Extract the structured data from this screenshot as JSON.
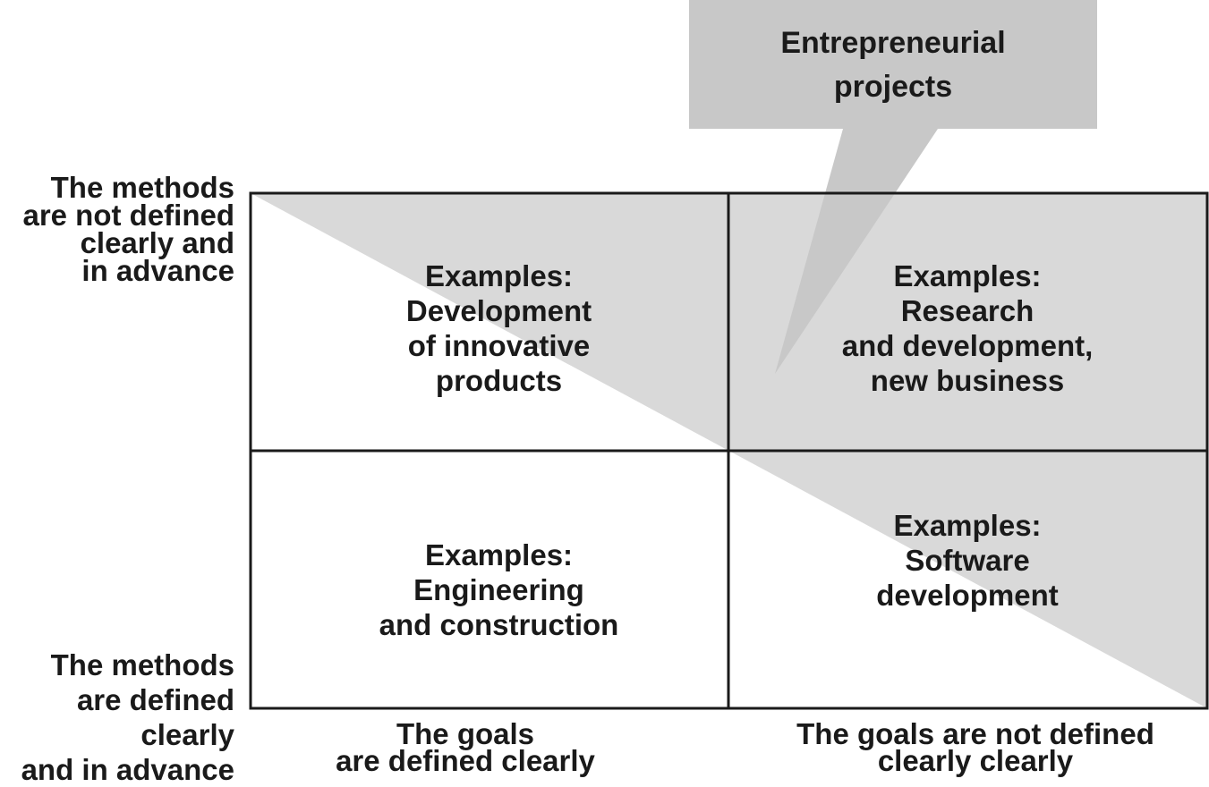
{
  "callout": {
    "label": "Entrepreneurial\nprojects"
  },
  "axes": {
    "y_top": "The methods\nare not defined\nclearly and\nin advance",
    "y_bottom": "The methods\nare defined\nclearly\nand in advance",
    "x_left": "The goals\nare defined clearly",
    "x_right": "The goals are not defined\nclearly clearly"
  },
  "quadrants": {
    "top_left": "Examples:\nDevelopment\nof innovative\nproducts",
    "top_right": "Examples:\nResearch\nand development,\nnew business",
    "bottom_left": "Examples:\nEngineering\nand construction",
    "bottom_right": "Examples:\nSoftware\ndevelopment"
  },
  "colors": {
    "shade": "#d9d9d9",
    "callout_fill": "#c8c8c8",
    "line": "#1a1a1a"
  }
}
